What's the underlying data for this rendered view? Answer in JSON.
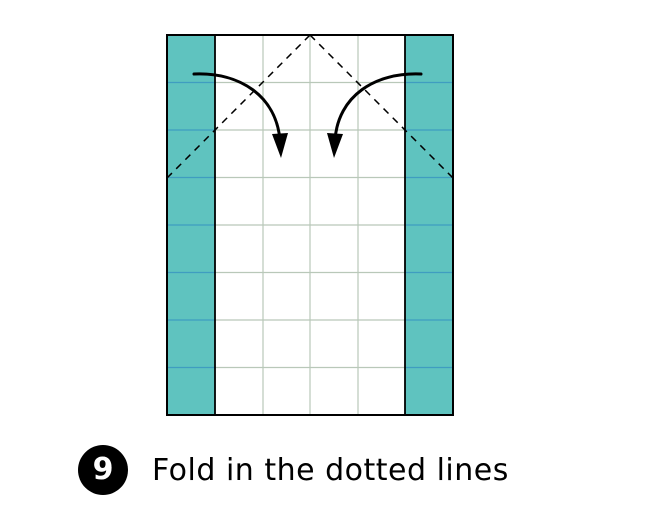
{
  "step": {
    "number": "9",
    "instruction": "Fold in the dotted lines"
  },
  "colors": {
    "paper_color": "#5fc3bf",
    "paper_white": "#ffffff",
    "crease_color": "#b9c8b9",
    "teal_crease_color": "#3f9dc0",
    "outline_color": "#000000",
    "fold_line_color": "#000000",
    "arrow_color": "#000000"
  },
  "icons": {
    "left_arrow": "curved-arrow-down-right",
    "right_arrow": "curved-arrow-down-left"
  }
}
